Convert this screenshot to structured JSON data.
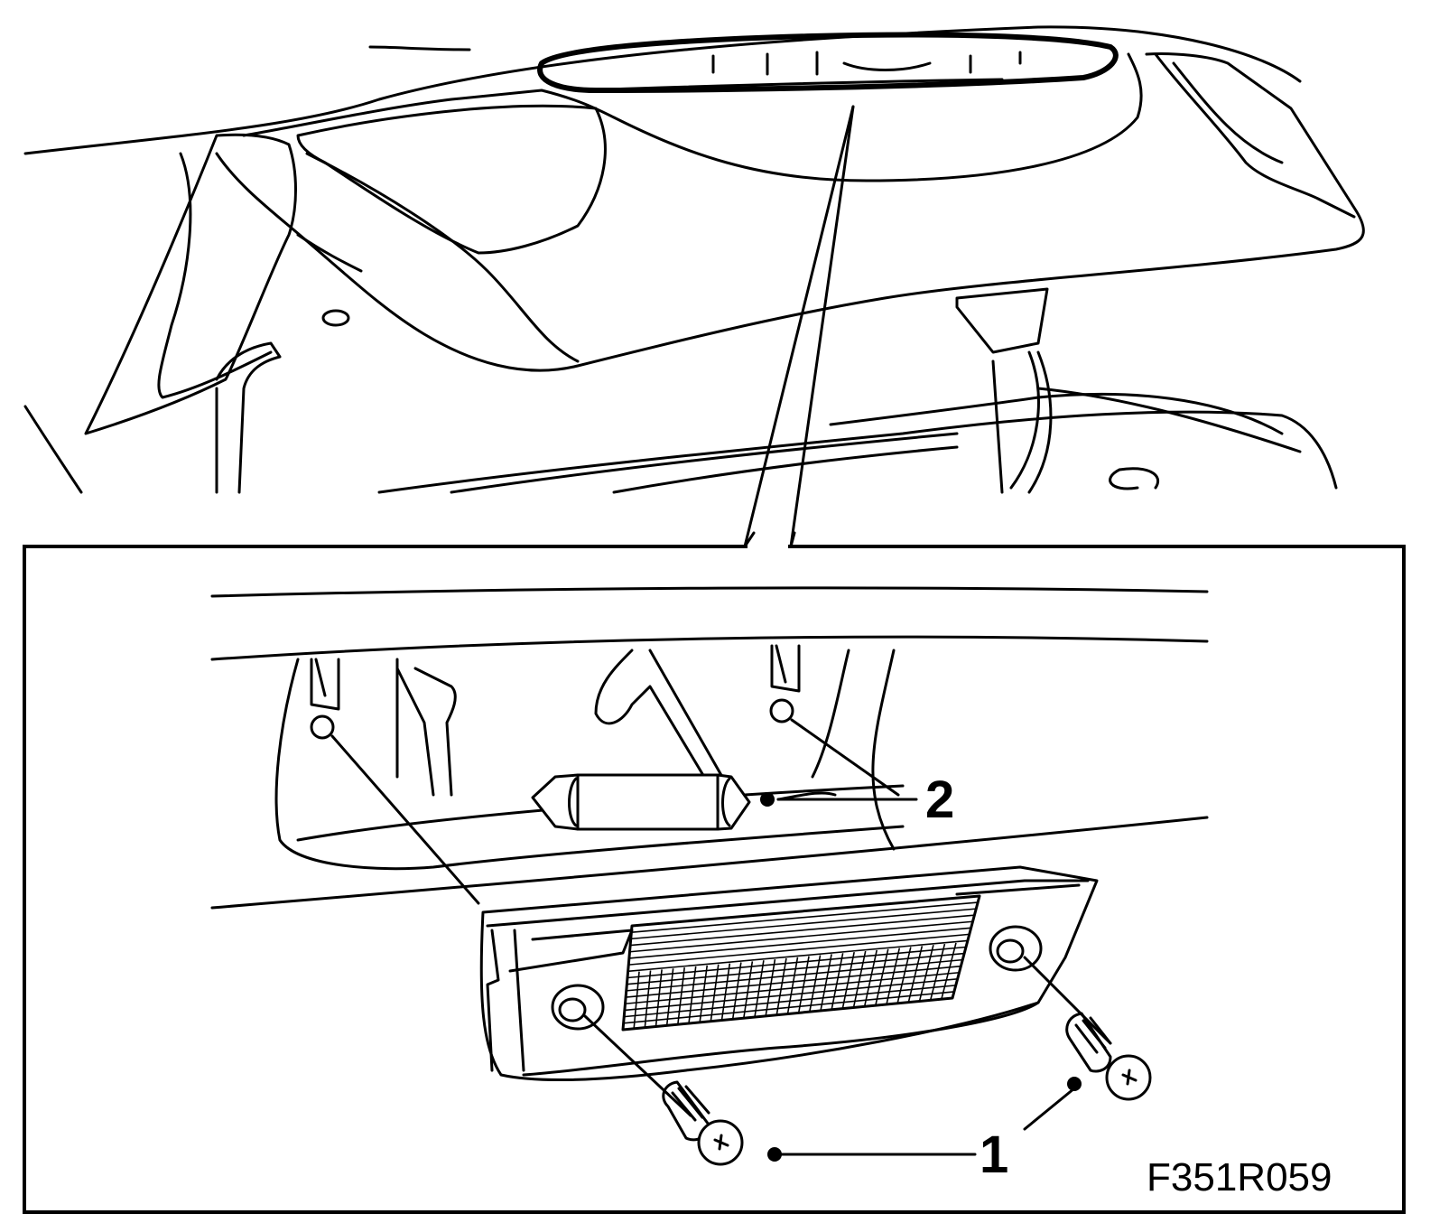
{
  "callouts": [
    {
      "label": "1",
      "part": "screws"
    },
    {
      "label": "2",
      "part": "bulb"
    }
  ],
  "figure_code": "F351R059"
}
